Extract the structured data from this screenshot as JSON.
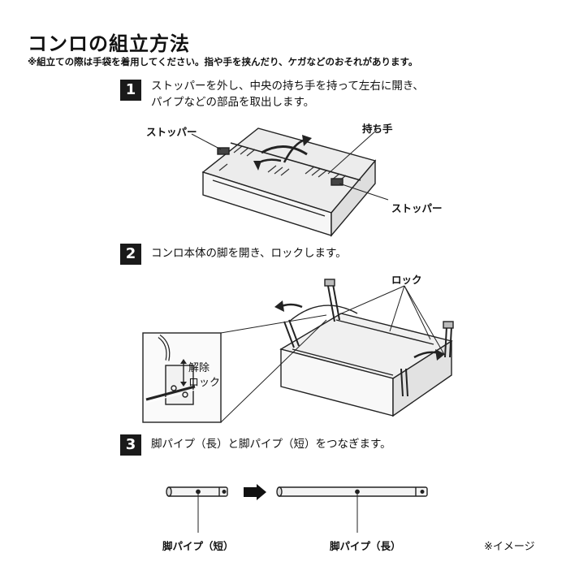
{
  "header": {
    "title": "コンロの組立方法",
    "warning": "※組立ての際は手袋を着用してください。指や手を挟んだり、ケガなどのおそれがあります。"
  },
  "steps": [
    {
      "number": "1",
      "lines": [
        "ストッパーを外し、中央の持ち手を持って左右に開き、",
        "パイプなどの部品を取出します。"
      ],
      "labels": {
        "stopper_left": "ストッパー",
        "handle": "持ち手",
        "stopper_right": "ストッパー"
      }
    },
    {
      "number": "2",
      "lines": [
        "コンロ本体の脚を開き、ロックします。"
      ],
      "labels": {
        "lock": "ロック",
        "release": "解除",
        "release_lock": "ロック"
      }
    },
    {
      "number": "3",
      "lines": [
        "脚パイプ（長）と脚パイプ（短）をつなぎます。"
      ],
      "labels": {
        "pipe_short": "脚パイプ（短）",
        "pipe_long": "脚パイプ（長）"
      }
    }
  ],
  "footer": {
    "image_note": "※イメージ"
  }
}
